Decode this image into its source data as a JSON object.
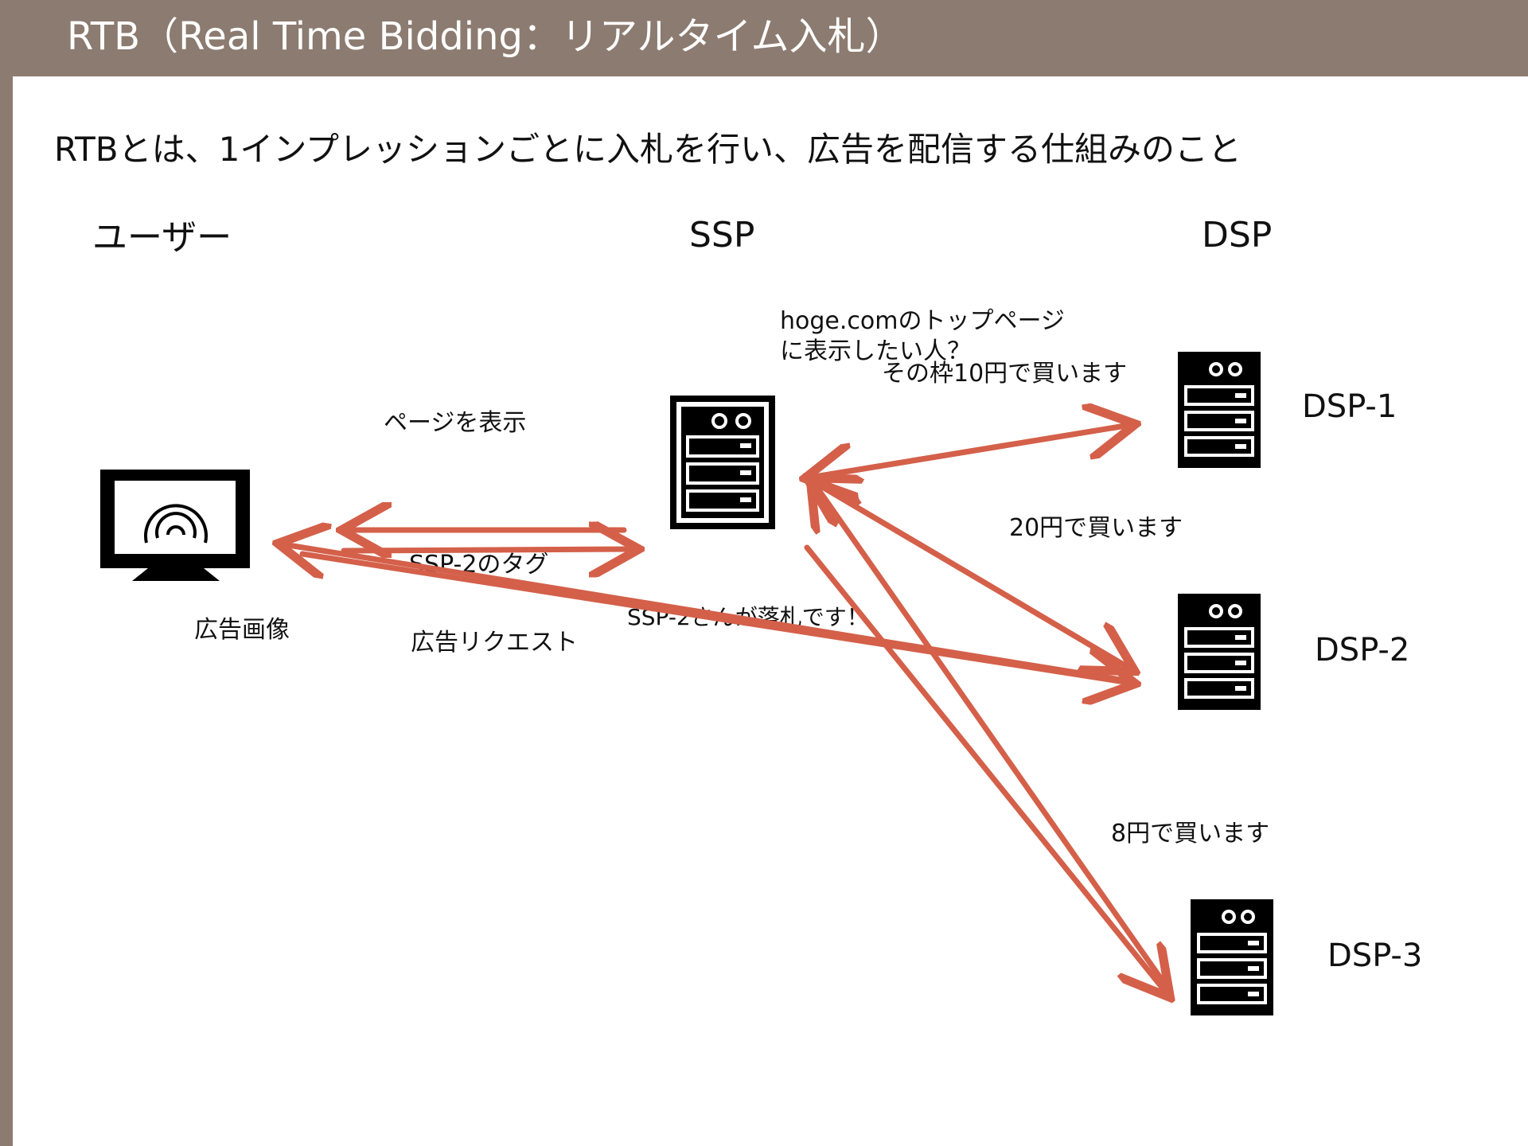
{
  "title": "RTB（Real Time Bidding：リアルタイム入札）",
  "subtitle": "RTBとは、1インプレッションごとに入札を行い、広告を配信する仕組みのこと",
  "columns": {
    "user": "ユーザー",
    "ssp": "SSP",
    "dsp": "DSP"
  },
  "labels": {
    "page_view": "ページを表示",
    "ssp_tag": "SSP-2のタグ",
    "ad_image": "広告画像",
    "ad_request": "広告リクエスト",
    "bid_request_line1": "hoge.comのトップページ",
    "bid_request_line2": "に表示したい人？",
    "bid_dsp1": "その枠10円で買います",
    "bid_dsp2": "20円で買います",
    "bid_dsp3": "8円で買います",
    "winner": "SSP-2さんが落札です！"
  },
  "dsps": [
    "DSP-1",
    "DSP-2",
    "DSP-3"
  ],
  "colors": {
    "header": "#8c7b70",
    "arrow": "#d4604a"
  },
  "icons": {
    "user": "monitor-icon",
    "ssp": "server-icon",
    "dsp": "server-icon"
  }
}
